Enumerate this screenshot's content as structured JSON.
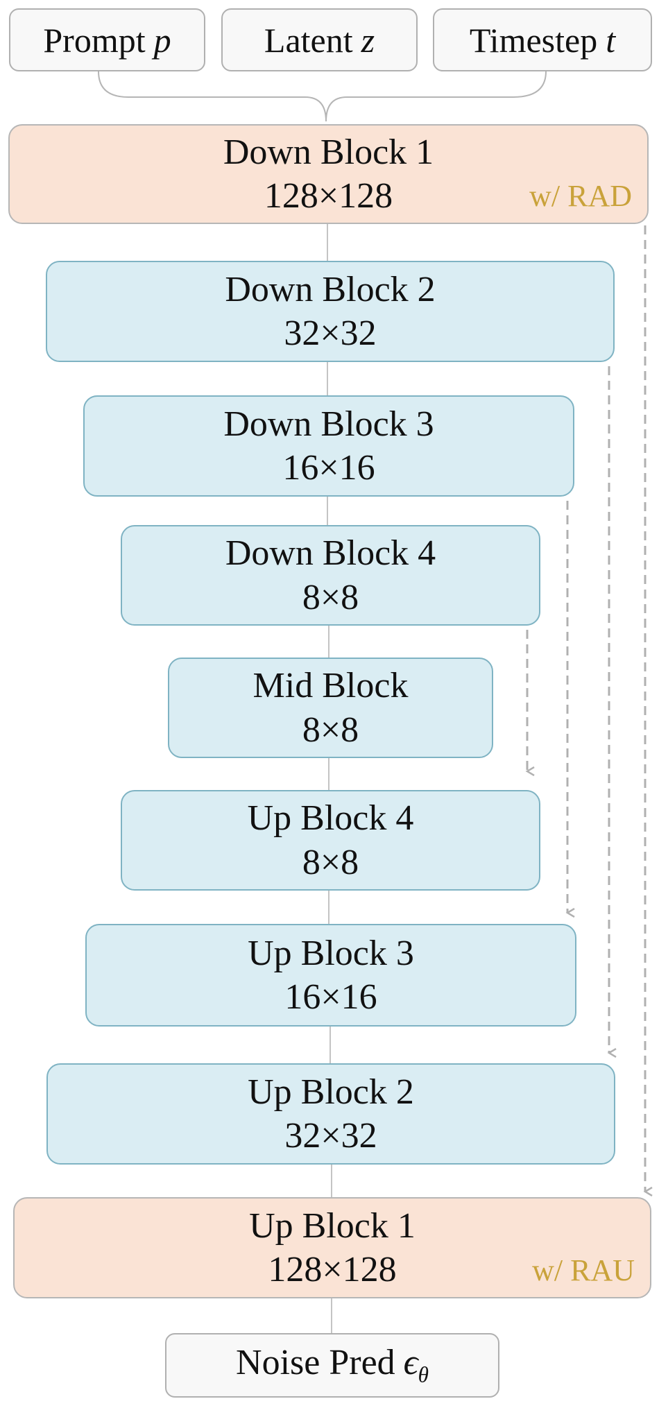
{
  "inputs": {
    "prompt": {
      "label": "Prompt",
      "symbol": "p"
    },
    "latent": {
      "label": "Latent",
      "symbol": "z"
    },
    "timestep": {
      "label": "Timestep",
      "symbol": "t"
    }
  },
  "blocks": {
    "down1": {
      "title": "Down Block 1",
      "size": "128×128",
      "badge": "w/ RAD"
    },
    "down2": {
      "title": "Down Block 2",
      "size": "32×32"
    },
    "down3": {
      "title": "Down Block 3",
      "size": "16×16"
    },
    "down4": {
      "title": "Down Block 4",
      "size": "8×8"
    },
    "mid": {
      "title": "Mid Block",
      "size": "8×8"
    },
    "up4": {
      "title": "Up Block 4",
      "size": "8×8"
    },
    "up3": {
      "title": "Up Block 3",
      "size": "16×16"
    },
    "up2": {
      "title": "Up Block 2",
      "size": "32×32"
    },
    "up1": {
      "title": "Up Block 1",
      "size": "128×128",
      "badge": "w/ RAU"
    }
  },
  "output": {
    "label": "Noise Pred",
    "symbol": "ϵ",
    "subscript": "θ"
  },
  "colors": {
    "down_up_outer_fill": "#fae3d5",
    "inner_block_fill": "#daedf3",
    "inner_block_border": "#7fb3c3",
    "badge_text": "#c9a23a",
    "skip_arrow": "#b0b0b0"
  }
}
